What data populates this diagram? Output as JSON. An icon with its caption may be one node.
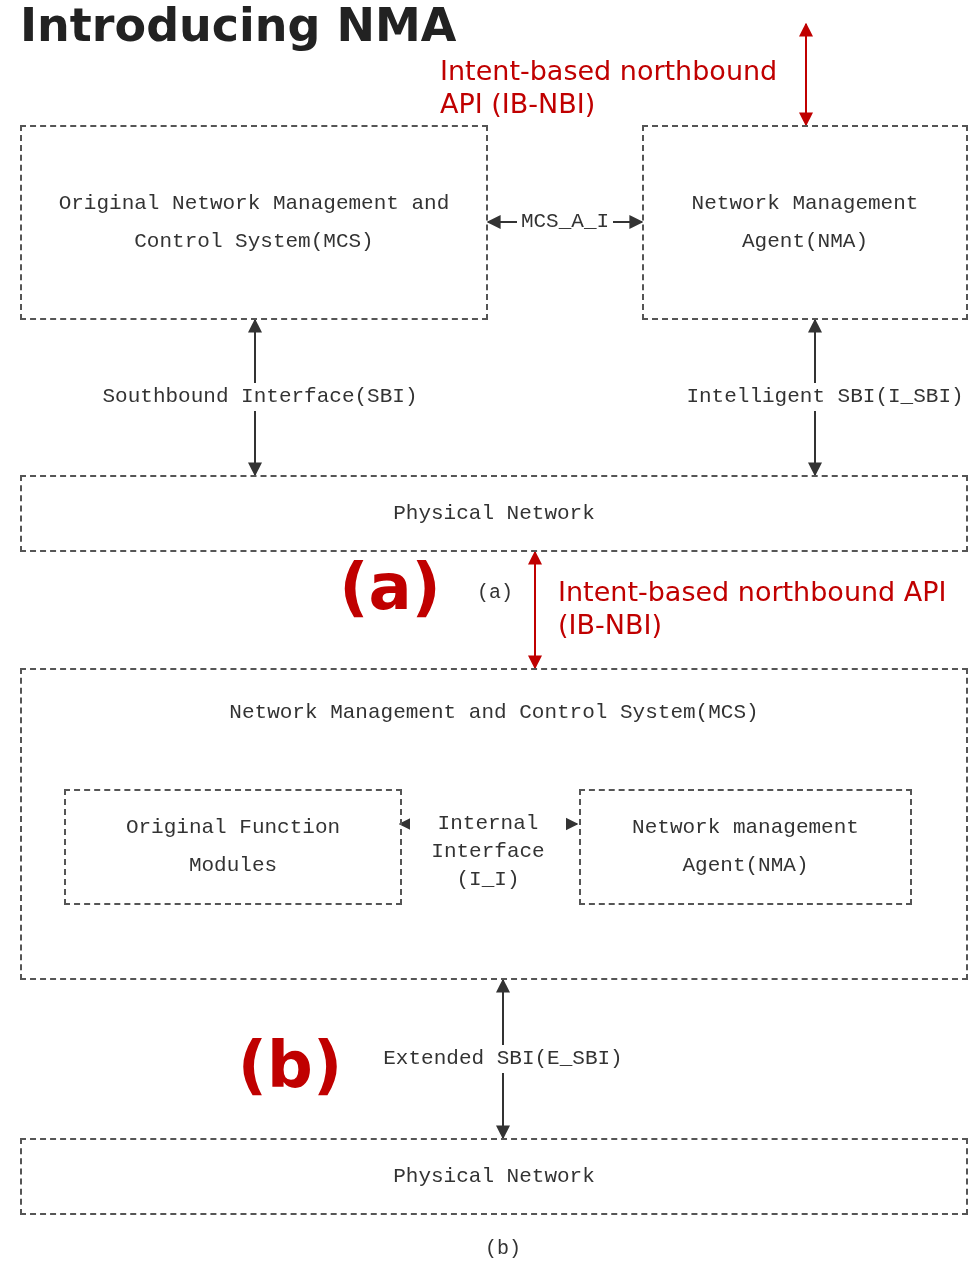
{
  "diagram": {
    "title": "Introducing NMA",
    "nodes": [
      {
        "text": [
          "Original Network Management and Control System(MCS)"
        ]
      },
      {
        "text": [
          "Network Management Agent(NMA)"
        ]
      },
      {
        "text": [
          "Physical Network"
        ]
      },
      {
        "text": [
          "Network Management and Control System(MCS)"
        ]
      },
      {
        "text": [
          "Original Function Modules"
        ],
        "in": 3
      },
      {
        "text": [
          "Network management Agent(NMA)"
        ],
        "in": 3
      },
      {
        "text": [
          "Physical Network"
        ]
      }
    ],
    "edges": [
      {
        "from": 0,
        "to": 1,
        "arrow": "both",
        "label": "MCS_A_I"
      },
      {
        "from": 2,
        "to": 0,
        "arrow": "both",
        "label": "Southbound Interface(SBI)"
      },
      {
        "from": 2,
        "to": 1,
        "arrow": "both",
        "label": "Intelligent SBI(I_SBI)"
      },
      {
        "from": null,
        "to": 1,
        "arrow": "both",
        "label": "Intent-based northbound API (IB-NBI)",
        "color": "#c00000"
      },
      {
        "from": 2,
        "to": 3,
        "arrow": "both",
        "label": "Intent-based northbound API (IB-NBI)",
        "color": "#c00000"
      },
      {
        "from": 4,
        "to": 5,
        "arrow": "both",
        "label": "Internal Interface (I_I)"
      },
      {
        "from": 3,
        "to": 6,
        "arrow": "both",
        "label": "Extended SBI(E_SBI)"
      }
    ],
    "labels": [
      "(a)",
      "(a)",
      "(b)",
      "(b)"
    ]
  }
}
